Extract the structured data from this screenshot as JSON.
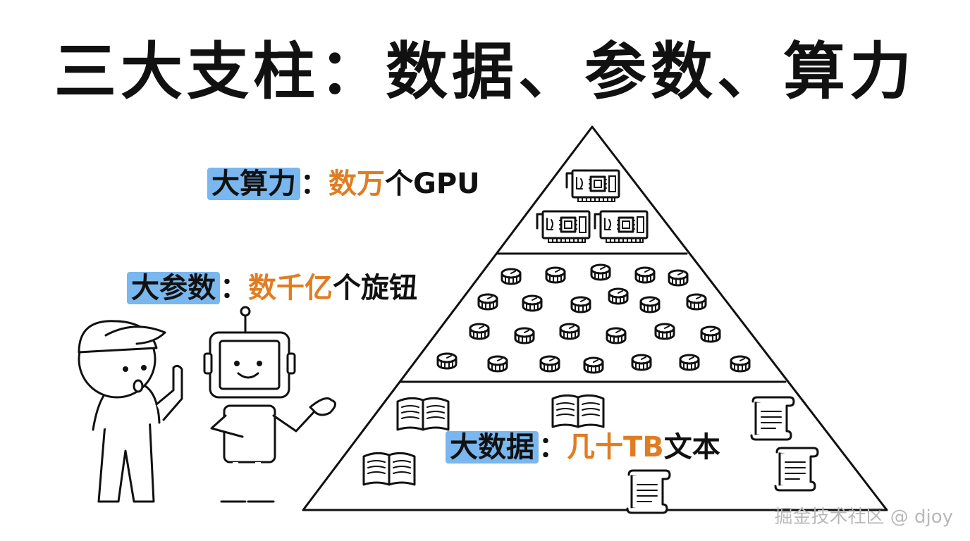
{
  "title": "三大支柱：数据、参数、算力",
  "tiers": {
    "compute": {
      "highlight": "大算力",
      "colon": "：",
      "accent": "数万",
      "rest": "个GPU"
    },
    "params": {
      "highlight": "大参数",
      "colon": "：",
      "accent": "数千亿",
      "rest": "个旋钮"
    },
    "data": {
      "highlight": "大数据",
      "colon": "：",
      "accent": "几十TB",
      "rest": "文本"
    }
  },
  "watermark": "掘金技术社区 @ djoy",
  "colors": {
    "highlight": "#79b7ee",
    "accent": "#e07d22",
    "ink": "#111111"
  },
  "icons": [
    "gpu-card-icon",
    "knob-icon",
    "open-book-icon",
    "scroll-icon",
    "person-icon",
    "robot-icon"
  ]
}
